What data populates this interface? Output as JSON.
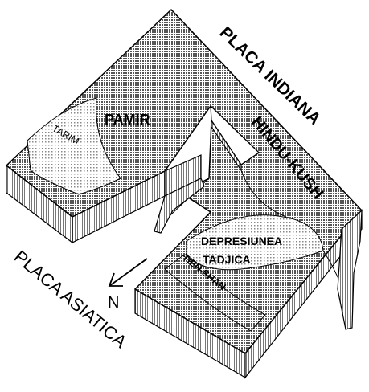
{
  "labels": {
    "placa_indiana": "PLACA INDIANA",
    "hindu_kush": "HINDU-KUSH",
    "pamir": "PAMIR",
    "tarim": "TARIM",
    "depresiunea": "DEPRESIUNEA",
    "tadjica": "TADJICA",
    "tien_shan": "TIEN SHAN",
    "placa_asiatica": "PLACA ASIATICA",
    "north": "N"
  },
  "colors": {
    "outline": "#000000",
    "surface_dark": "#7a7a7a",
    "surface_light": "#d9d9d9",
    "side_face": "#c8c8c8"
  },
  "icons": {
    "north_arrow": "arrow-icon"
  }
}
